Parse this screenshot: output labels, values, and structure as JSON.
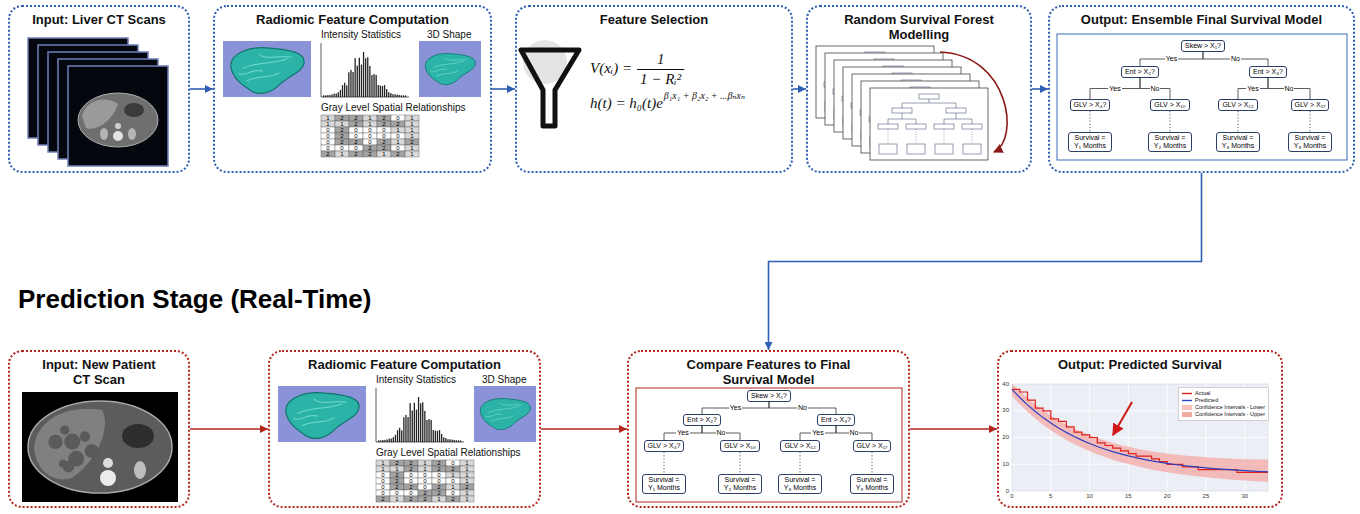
{
  "diagram": {
    "nodes": [
      {
        "text": [
          "Input: Liver CT Scans"
        ]
      },
      {
        "text": [
          "Radiomic Feature Computation",
          "Intensity Statistics",
          "3D Shape",
          "Gray Level Spatial Relationships"
        ]
      },
      {
        "text": [
          "Feature Selection"
        ]
      },
      {
        "text": [
          "Random Survival Forest Modelling"
        ]
      },
      {
        "text": [
          "Output: Ensemble Final Survival Model"
        ]
      },
      {
        "text": [
          "Skew > X₁?"
        ],
        "in": 4
      },
      {
        "text": [
          "Ent > X₂?"
        ],
        "in": 4
      },
      {
        "text": [
          "Ent > X₃?"
        ],
        "in": 4
      },
      {
        "text": [
          "GLV > X₄?"
        ],
        "in": 4
      },
      {
        "text": [
          "GLV > X₁₀"
        ],
        "in": 4
      },
      {
        "text": [
          "GLV > X₁₂"
        ],
        "in": 4
      },
      {
        "text": [
          "GLV > X₁₇"
        ],
        "in": 4
      },
      {
        "text": [
          "Survival = Y₁ Months"
        ],
        "in": 4
      },
      {
        "text": [
          "Survival = Y₂ Months"
        ],
        "in": 4
      },
      {
        "text": [
          "Survival = Y₈ Months"
        ],
        "in": 4
      },
      {
        "text": [
          "Survival = Y₉ Months"
        ],
        "in": 4
      },
      {
        "text": [
          "Input: New Patient CT Scan"
        ]
      },
      {
        "text": [
          "Radiomic Feature Computation",
          "Intensity Statistics",
          "3D Shape",
          "Gray Level Spatial Relationships"
        ]
      },
      {
        "text": [
          "Compare Features to Final Survival Model"
        ]
      },
      {
        "text": [
          "Skew > X₁?"
        ],
        "in": 18
      },
      {
        "text": [
          "Ent > X₂?"
        ],
        "in": 18
      },
      {
        "text": [
          "Ent > X₃?"
        ],
        "in": 18
      },
      {
        "text": [
          "GLV > X₄?"
        ],
        "in": 18
      },
      {
        "text": [
          "GLV > X₁₀"
        ],
        "in": 18
      },
      {
        "text": [
          "GLV > X₁₂"
        ],
        "in": 18
      },
      {
        "text": [
          "GLV > X₁₇"
        ],
        "in": 18
      },
      {
        "text": [
          "Survival = Y₁ Months"
        ],
        "in": 18
      },
      {
        "text": [
          "Survival = Y₂ Months"
        ],
        "in": 18
      },
      {
        "text": [
          "Survival = Y₈ Months"
        ],
        "in": 18
      },
      {
        "text": [
          "Survival = Y₉ Months"
        ],
        "in": 18
      },
      {
        "text": [
          "Output: Predicted Survival"
        ]
      }
    ],
    "edges": [
      {
        "from": 0,
        "to": 1,
        "arrow": "to"
      },
      {
        "from": 1,
        "to": 2,
        "arrow": "to"
      },
      {
        "from": 2,
        "to": 3,
        "arrow": "to"
      },
      {
        "from": 3,
        "to": 4,
        "arrow": "to"
      },
      {
        "from": 4,
        "to": 18,
        "arrow": "to"
      },
      {
        "from": 16,
        "to": 17,
        "arrow": "to"
      },
      {
        "from": 17,
        "to": 18,
        "arrow": "to"
      },
      {
        "from": 18,
        "to": 30,
        "arrow": "to"
      },
      {
        "from": 5,
        "to": 6,
        "label": "Yes",
        "arrow": "none"
      },
      {
        "from": 5,
        "to": 7,
        "label": "No",
        "arrow": "none"
      },
      {
        "from": 6,
        "to": 8,
        "label": "Yes",
        "arrow": "none"
      },
      {
        "from": 6,
        "to": 9,
        "label": "No",
        "arrow": "none"
      },
      {
        "from": 7,
        "to": 10,
        "label": "Yes",
        "arrow": "none"
      },
      {
        "from": 7,
        "to": 11,
        "label": "No",
        "arrow": "none"
      },
      {
        "from": 8,
        "to": 12,
        "arrow": "none"
      },
      {
        "from": 9,
        "to": 13,
        "arrow": "none"
      },
      {
        "from": 10,
        "to": 14,
        "arrow": "none"
      },
      {
        "from": 11,
        "to": 15,
        "arrow": "none"
      },
      {
        "from": 19,
        "to": 20,
        "label": "Yes",
        "arrow": "none"
      },
      {
        "from": 19,
        "to": 21,
        "label": "No",
        "arrow": "none"
      },
      {
        "from": 20,
        "to": 22,
        "label": "Yes",
        "arrow": "none"
      },
      {
        "from": 20,
        "to": 23,
        "label": "No",
        "arrow": "none"
      },
      {
        "from": 21,
        "to": 24,
        "label": "Yes",
        "arrow": "none"
      },
      {
        "from": 21,
        "to": 25,
        "label": "No",
        "arrow": "none"
      },
      {
        "from": 22,
        "to": 26,
        "arrow": "none"
      },
      {
        "from": 23,
        "to": 27,
        "arrow": "none"
      },
      {
        "from": 24,
        "to": 28,
        "arrow": "none"
      },
      {
        "from": 25,
        "to": 29,
        "arrow": "none"
      }
    ],
    "labels": [
      "Prediction Stage (Real-Time)",
      "1",
      "2",
      "2",
      "1",
      "2",
      "0",
      "1",
      "1",
      "1",
      "2",
      "1",
      "2",
      "2",
      "1",
      "0",
      "2",
      "0",
      "0",
      "0",
      "1",
      "1",
      "0",
      "2",
      "0",
      "0",
      "0",
      "0",
      "1",
      "0",
      "2",
      "2",
      "0",
      "2",
      "1",
      "2",
      "0",
      "0",
      "0",
      "2",
      "2",
      "0",
      "1",
      "2",
      "1",
      "2",
      "2",
      "1",
      "2",
      "1",
      "V(xᵢ) =",
      "1",
      "1 − Rᵢ²",
      "h(t) = h₀(t)e",
      "β₁x₁ + β₂x₂ + ...βₙxₙ",
      "1",
      "2",
      "2",
      "1",
      "2",
      "0",
      "1",
      "1",
      "1",
      "2",
      "1",
      "2",
      "2",
      "1",
      "0",
      "2",
      "0",
      "0",
      "0",
      "1",
      "1",
      "0",
      "2",
      "0",
      "0",
      "0",
      "0",
      "1",
      "0",
      "2",
      "2",
      "0",
      "2",
      "1",
      "2",
      "0",
      "0",
      "0",
      "2",
      "2",
      "0",
      "1",
      "2",
      "1",
      "2",
      "2",
      "1",
      "2",
      "1",
      "0",
      "10",
      "20",
      "30",
      "40",
      "0",
      "5",
      "10",
      "15",
      "20",
      "25",
      "30"
    ],
    "legend": [
      {
        "text": "Actual"
      },
      {
        "text": "Predicted"
      },
      {
        "text": "Confidence Intervals - Lower",
        "color": "#f6c1bc"
      },
      {
        "text": "Confidence Intervals - Upper",
        "color": "#f2a9a2"
      }
    ]
  }
}
